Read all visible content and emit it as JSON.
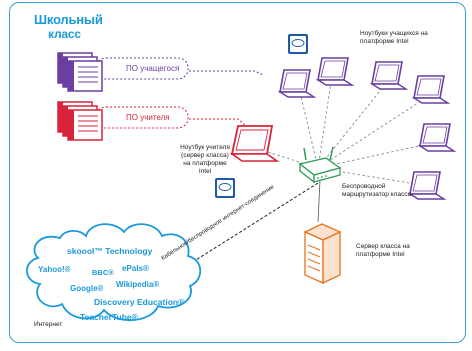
{
  "title": {
    "line1": "Школьный",
    "line2": "класс"
  },
  "labels": {
    "student_software": "ПО учащегося",
    "teacher_software": "ПО учителя",
    "student_laptops": "Ноутбуки учащихся на платформе Intel",
    "teacher_laptop": "Ноутбук учителя (сервер класса) на платформе Intel",
    "wireless_router": "Беспроводной маршрутизатор класса",
    "class_server": "Сервер класса на платформе Intel",
    "connection": "Кабельное/беспроводное интернет-соединение",
    "internet": "Интернет"
  },
  "cloud_sites": [
    "skoool™ Technology",
    "Yahoo!®",
    "BBC®",
    "ePals®",
    "Wikipedia®",
    "Google®",
    "Discovery Education®",
    "TeacherTube®"
  ],
  "badge_text": "intel",
  "colors": {
    "accent": "#1a9ad9",
    "student": "#6a3fa0",
    "teacher": "#d8233a",
    "server": "#e8721c"
  }
}
